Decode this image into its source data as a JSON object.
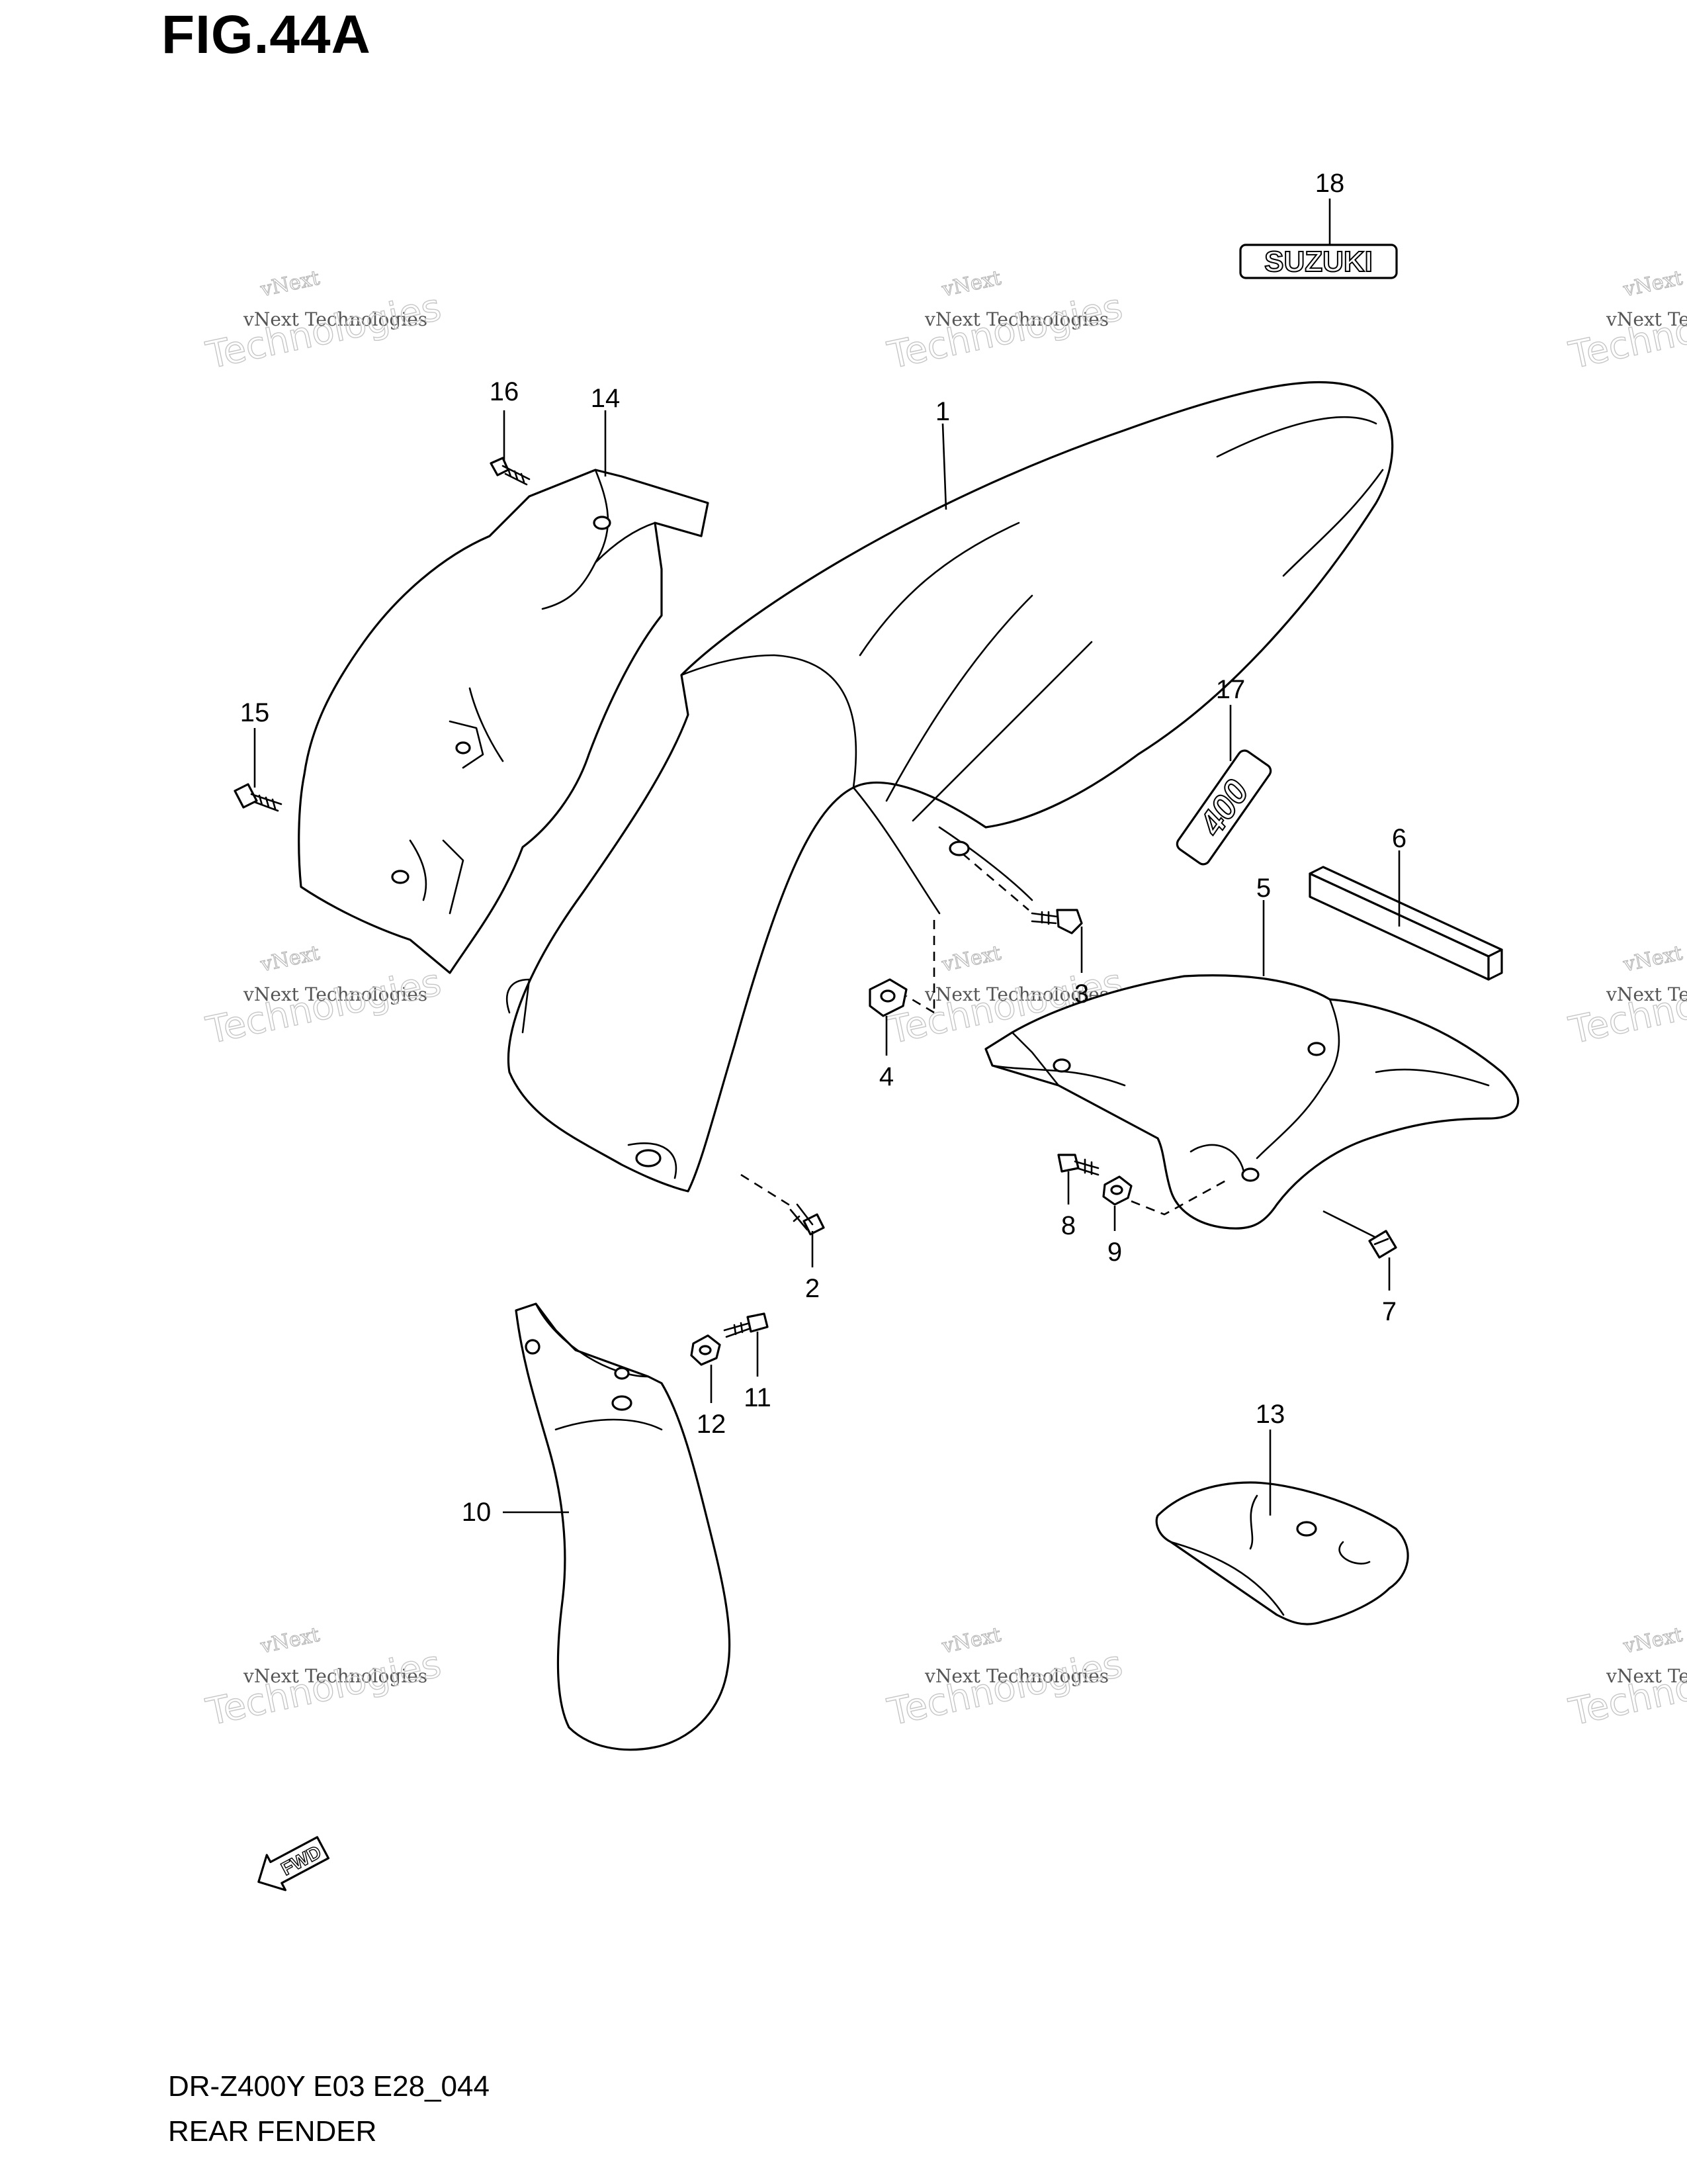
{
  "figure": {
    "title": "FIG.44A",
    "model_code": "DR-Z400Y E03 E28_044",
    "section_name": "REAR FENDER"
  },
  "callouts": [
    "1",
    "2",
    "3",
    "4",
    "5",
    "6",
    "7",
    "8",
    "9",
    "10",
    "11",
    "12",
    "13",
    "14",
    "15",
    "16",
    "17",
    "18"
  ],
  "decals": {
    "brand": "SUZUKI",
    "displacement": "400",
    "arrow": "FWD"
  },
  "watermark": {
    "line1": "vNext",
    "line2": "vNext Technologies",
    "line3": "Technologies"
  }
}
